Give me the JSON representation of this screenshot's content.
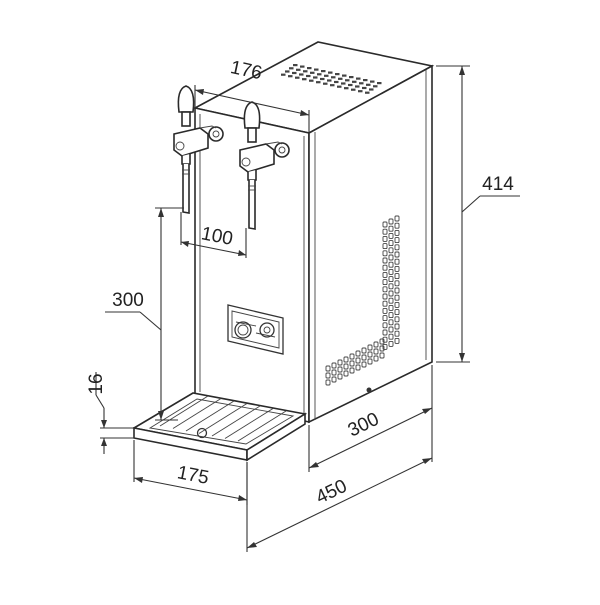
{
  "dimensions": {
    "top_width": "176",
    "height": "414",
    "tap_spacing": "100",
    "tap_clearance": "300",
    "drip_tray_height": "16",
    "depth": "300",
    "drip_tray_width": "175",
    "overall_depth": "450"
  },
  "colors": {
    "line": "#333333",
    "background": "#ffffff"
  },
  "icons": [
    "beer-tap-icon",
    "control-knob-icon",
    "drip-tray-icon"
  ]
}
